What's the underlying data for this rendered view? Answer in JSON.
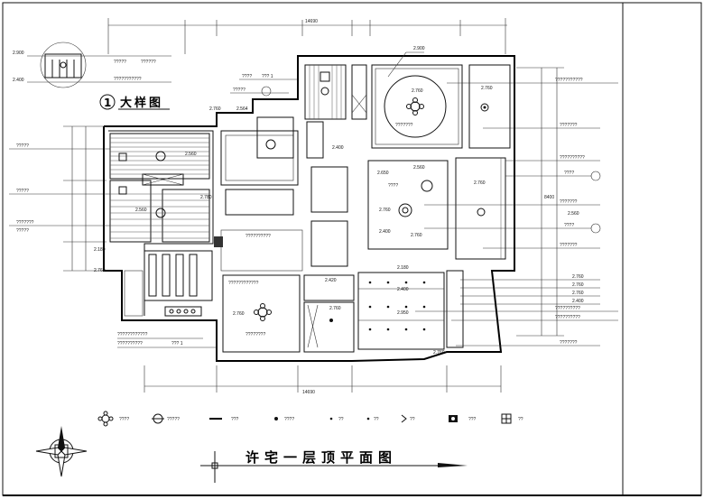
{
  "drawing": {
    "title": "许宅一层顶平面图",
    "detail_title": "大样图",
    "detail_number": "1"
  },
  "dimensions": {
    "top_total": "14690",
    "bottom_total": "14690",
    "right_total": "8400"
  },
  "elevations": [
    "2.900",
    "2.400",
    "2.760",
    "2.760",
    "2.760",
    "2.564",
    "2.400",
    "2.650",
    "2.780",
    "2.560",
    "2.560",
    "2.760",
    "2.400",
    "2.760",
    "2.560",
    "2.760",
    "2.180",
    "2.760",
    "2.420",
    "2.760",
    "2.180",
    "2.400",
    "2.950",
    "2.900",
    "2.760",
    "2.760",
    "2.760",
    "2.760",
    "2.760",
    "2.400",
    "2.560"
  ],
  "labels": {
    "detail_note_1": "?????",
    "detail_note_2": "??????",
    "detail_note_3": "???????????",
    "left_1": "?????",
    "left_2": "?????",
    "left_3": "???????",
    "left_4": "?????",
    "top_1": "?????",
    "top_2": "????",
    "top_3": "??? 1",
    "top_4": "?????",
    "room_round": "???????",
    "room_lower": "????????????",
    "room_lower_2": "????????",
    "mid_note": "????",
    "mid_note_2": "??????????",
    "bottom_1": "????????????",
    "bottom_2": "??????????",
    "bottom_3": "??? 1",
    "right": [
      "???????????",
      "???????",
      "??????????",
      "????",
      "???????",
      "????",
      "???????",
      "??????????",
      "??????????",
      "???????"
    ]
  },
  "legend": [
    {
      "icon": "pendant-lamp-icon",
      "label": "????"
    },
    {
      "icon": "ceiling-lamp-icon",
      "label": "?????"
    },
    {
      "icon": "tube-light-icon",
      "label": "???"
    },
    {
      "icon": "downlight-icon",
      "label": "????"
    },
    {
      "icon": "spotlight-icon",
      "label": "??"
    },
    {
      "icon": "small-light-icon",
      "label": "??"
    },
    {
      "icon": "wall-lamp-icon",
      "label": "??"
    },
    {
      "icon": "exhaust-fan-icon",
      "label": "???"
    },
    {
      "icon": "vent-icon",
      "label": "??"
    }
  ],
  "colors": {
    "line": "#111111",
    "background": "#ffffff"
  }
}
